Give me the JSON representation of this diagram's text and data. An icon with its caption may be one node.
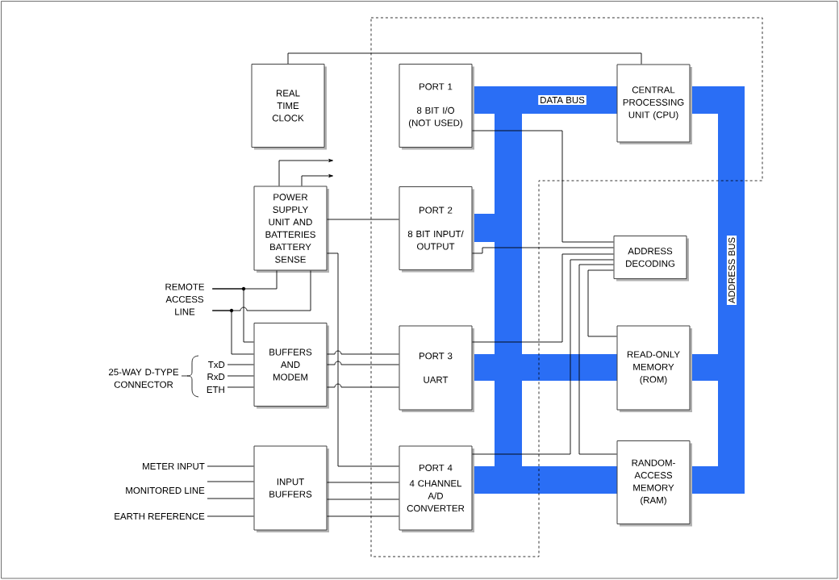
{
  "diagram": {
    "nodes": [
      {
        "text": [
          "REAL TIME CLOCK"
        ]
      },
      {
        "text": [
          "PORT 1",
          "8 BIT I/O (NOT USED)"
        ]
      },
      {
        "text": [
          "CENTRAL PROCESSING UNIT (CPU)"
        ]
      },
      {
        "text": [
          "POWER SUPPLY UNIT AND BATTERIES BATTERY SENSE"
        ]
      },
      {
        "text": [
          "PORT 2",
          "8 BIT INPUT/ OUTPUT"
        ]
      },
      {
        "text": [
          "ADDRESS DECODING"
        ]
      },
      {
        "text": [
          "REMOTE ACCESS LINE"
        ]
      },
      {
        "text": [
          "TxD"
        ]
      },
      {
        "text": [
          "RxD"
        ]
      },
      {
        "text": [
          "ETH"
        ]
      },
      {
        "text": [
          "BUFFERS AND MODEM"
        ]
      },
      {
        "text": [
          "PORT 3",
          "UART"
        ]
      },
      {
        "text": [
          "READ-ONLY MEMORY (ROM)"
        ]
      },
      {
        "text": [
          "RANDOM- ACCESS MEMORY (RAM)"
        ]
      },
      {
        "text": [
          "METER INPUT"
        ]
      },
      {
        "text": [
          "MONITORED LINE"
        ]
      },
      {
        "text": [
          "EARTH REFERENCE"
        ]
      },
      {
        "text": [
          "INPUT BUFFERS"
        ]
      },
      {
        "text": [
          "PORT 4",
          "4 CHANNEL A/D CONVERTER"
        ]
      }
    ],
    "edges": [
      {
        "from": 0,
        "to": 2,
        "arrow": "none"
      },
      {
        "from": 3,
        "to": null,
        "arrow": "to"
      },
      {
        "from": 3,
        "to": null,
        "arrow": "to"
      },
      {
        "from": 3,
        "to": 4,
        "arrow": "none"
      },
      {
        "from": 3,
        "to": 18,
        "arrow": "none"
      },
      {
        "from": 6,
        "to": 3,
        "arrow": "none"
      },
      {
        "from": 6,
        "to": 3,
        "arrow": "none"
      },
      {
        "from": 6,
        "to": 10,
        "arrow": "none"
      },
      {
        "from": 6,
        "to": 10,
        "arrow": "none"
      },
      {
        "from": 7,
        "to": 10,
        "arrow": "none"
      },
      {
        "from": 8,
        "to": 10,
        "arrow": "none"
      },
      {
        "from": 9,
        "to": 10,
        "arrow": "none"
      },
      {
        "from": 10,
        "to": 11,
        "arrow": "none"
      },
      {
        "from": 10,
        "to": 11,
        "arrow": "none"
      },
      {
        "from": 10,
        "to": 11,
        "arrow": "none"
      },
      {
        "from": 14,
        "to": 17,
        "arrow": "none"
      },
      {
        "from": 15,
        "to": 17,
        "arrow": "none"
      },
      {
        "from": 15,
        "to": 17,
        "arrow": "none"
      },
      {
        "from": 16,
        "to": 17,
        "arrow": "none"
      },
      {
        "from": 17,
        "to": 18,
        "arrow": "none"
      },
      {
        "from": 17,
        "to": 18,
        "arrow": "none"
      },
      {
        "from": 17,
        "to": 18,
        "arrow": "none"
      },
      {
        "from": 1,
        "to": 5,
        "arrow": "none"
      },
      {
        "from": 4,
        "to": 5,
        "arrow": "none"
      },
      {
        "from": 11,
        "to": 5,
        "arrow": "none"
      },
      {
        "from": 18,
        "to": 5,
        "arrow": "none"
      },
      {
        "from": 5,
        "to": 13,
        "arrow": "none"
      },
      {
        "from": 5,
        "to": 12,
        "arrow": "none"
      }
    ],
    "labels": [
      "DATA BUS",
      "ADDRESS BUS",
      "25-WAY D-TYPE CONNECTOR"
    ]
  }
}
